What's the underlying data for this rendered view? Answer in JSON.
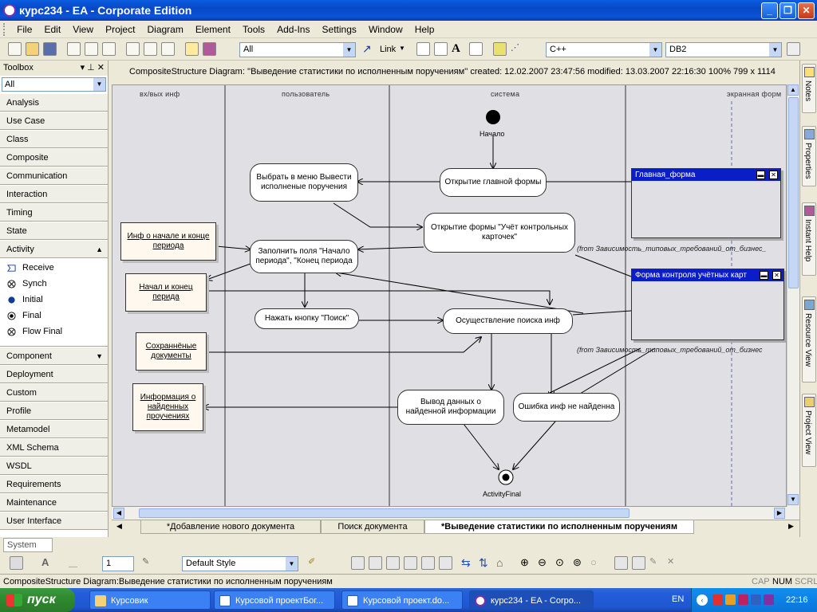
{
  "window": {
    "title": "курс234 - EA - Corporate Edition"
  },
  "menu": [
    "File",
    "Edit",
    "View",
    "Project",
    "Diagram",
    "Element",
    "Tools",
    "Add-Ins",
    "Settings",
    "Window",
    "Help"
  ],
  "toolbar": {
    "filter_value": "All",
    "link_label": "Link",
    "language_value": "C++",
    "db_value": "DB2"
  },
  "toolbox": {
    "title": "Toolbox",
    "filter_value": "All",
    "categories_top": [
      "Analysis",
      "Use Case",
      "Class",
      "Composite",
      "Communication",
      "Interaction",
      "Timing",
      "State"
    ],
    "open_category": "Activity",
    "activity_items": [
      "Receive",
      "Synch",
      "Initial",
      "Final",
      "Flow Final"
    ],
    "categories_bottom": [
      "Component",
      "Deployment",
      "Custom",
      "Profile",
      "Metamodel",
      "XML Schema",
      "WSDL",
      "Requirements",
      "Maintenance",
      "User Interface"
    ]
  },
  "diagram_header": {
    "text": "CompositeStructure Diagram: ''Выведение статистики по исполненным поручениям''   created: 12.02.2007 23:47:56  modified: 13.03.2007 22:16:30   100%   799 x 1114"
  },
  "lanes": [
    "вх/вых инф",
    "пользователь",
    "система",
    "экранная форм"
  ],
  "nodes": {
    "start_label": "Начало",
    "final_label": "ActivityFinal",
    "open_main": "Открытие главной формы",
    "select_menu": "Выбрать в меню Вывести исполненые поручения",
    "open_card": "Открытие формы \"Учёт контрольных карточек\"",
    "fill_fields": "Заполнить поля \"Начало периода\", \"Конец периода",
    "press_search": "Нажать кнопку \"Поиск\"",
    "do_search": "Осуществление поиска инф",
    "output_found": "Вывод данных о найденной информации",
    "error_notfound": "Ошибка инф не найденна"
  },
  "objects": {
    "info_period": "Инф о начале и конце периода",
    "start_end": "Начал и конец перида",
    "saved_docs": "Сохраннёные документы",
    "found_info": "Информация о найденных проучениях"
  },
  "frames": {
    "main_form": "Главная_форма",
    "control_form": "Форма контроля учётных карт"
  },
  "notes": {
    "from1": "(from Зависимость_типовых_требований_от_бизнес_",
    "from2": "(from Зависимость_типовых_требований_от_бизнес"
  },
  "tabs": [
    "*Добавление нового документа",
    "Поиск документа",
    "*Выведение статистики по исполненным поручениям"
  ],
  "right_tabs": [
    "Notes",
    "Properties",
    "Instant Help",
    "Resource View",
    "Project View"
  ],
  "system_tab": "System",
  "bottom_toolbar": {
    "spin_value": "1",
    "style_value": "Default Style"
  },
  "status": {
    "text": "CompositeStructure Diagram:Выведение статистики по исполненным поручениям",
    "caps": "CAP",
    "num": "NUM",
    "scrl": "SCRL"
  },
  "taskbar": {
    "start": "пуск",
    "tasks": [
      "Курсовик",
      "Курсовой проектБог...",
      "Курсовой проект.do...",
      "курс234 - EA - Corpo..."
    ],
    "lang": "EN",
    "clock": "22:16"
  },
  "colors": {
    "frame_title": "#0a1ec8",
    "object_fill": "#fff8ee",
    "canvas": "#e0dfe3"
  }
}
